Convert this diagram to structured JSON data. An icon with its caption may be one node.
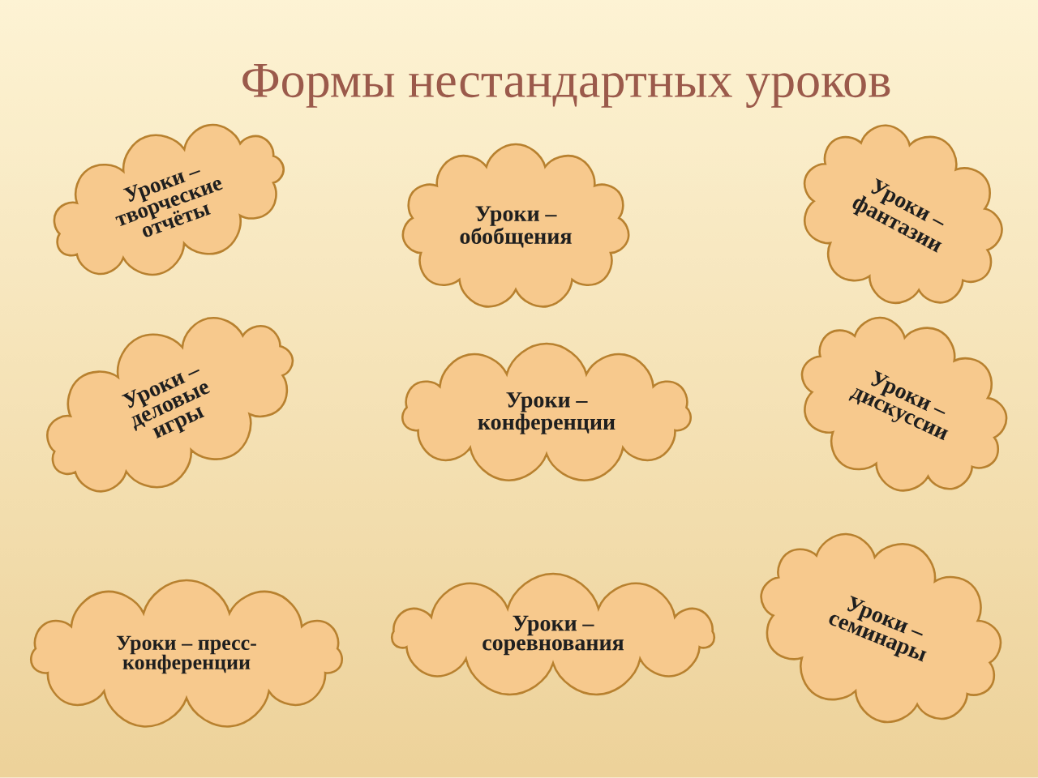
{
  "diagram": {
    "title": "Формы нестандартных уроков",
    "nodes": [
      {
        "text": [
          "Уроки – творческие отчёты"
        ]
      },
      {
        "text": [
          "Уроки – обобщения"
        ]
      },
      {
        "text": [
          "Уроки – фантазии"
        ]
      },
      {
        "text": [
          "Уроки – деловые игры"
        ]
      },
      {
        "text": [
          "Уроки – конференции"
        ]
      },
      {
        "text": [
          "Уроки – дискуссии"
        ]
      },
      {
        "text": [
          "Уроки – пресс-конференции"
        ]
      },
      {
        "text": [
          "Уроки – соревнования"
        ]
      },
      {
        "text": [
          "Уроки – семинары"
        ]
      }
    ]
  }
}
